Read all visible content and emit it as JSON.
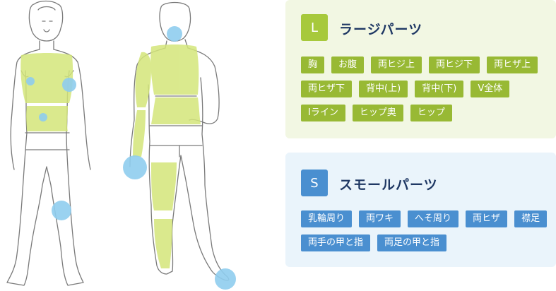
{
  "large": {
    "badge": "L",
    "title": "ラージパーツ",
    "color": "#98b934",
    "items": [
      "胸",
      "お腹",
      "両ヒジ上",
      "両ヒジ下",
      "両ヒザ上",
      "両ヒザ下",
      "背中(上)",
      "背中(下)",
      "V全体",
      "Iライン",
      "ヒップ奥",
      "ヒップ"
    ]
  },
  "small": {
    "badge": "S",
    "title": "スモールパーツ",
    "color": "#4a8fd0",
    "items": [
      "乳輪周り",
      "両ワキ",
      "へそ周り",
      "両ヒザ",
      "襟足",
      "両手の甲と指",
      "両足の甲と指"
    ]
  },
  "zone_colors": {
    "large_zone": "#d4e67a",
    "small_zone": "#8fcdee"
  }
}
